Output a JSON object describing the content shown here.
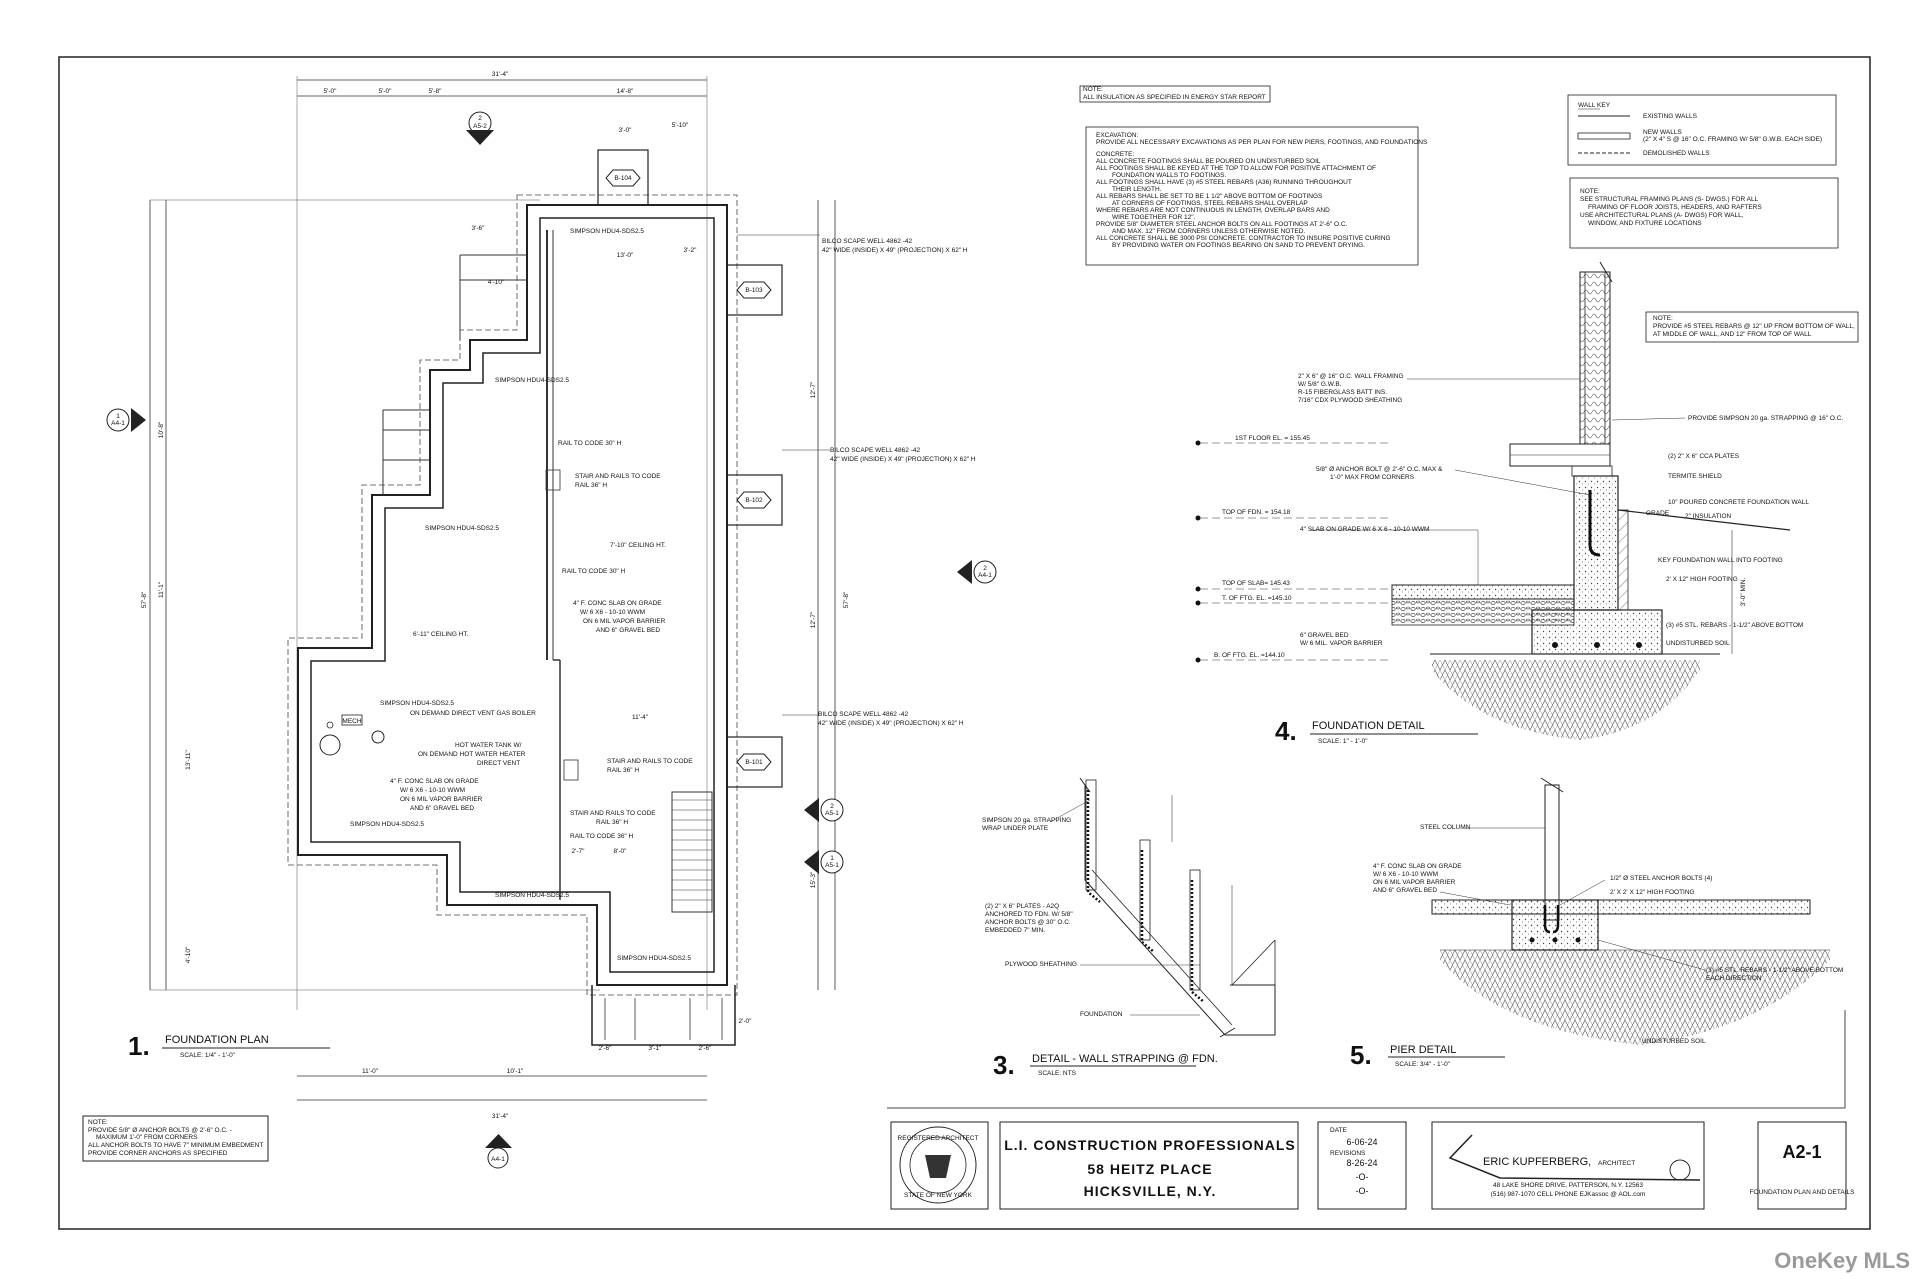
{
  "plan": {
    "overall_dim_top": "31'-4\"",
    "overall_dim_bottom": "31'-4\"",
    "top_dims": [
      "5'-0\"",
      "5'-0\"",
      "5'-8\"",
      "14'-8\""
    ],
    "dim_3_0": "3'-0\"",
    "dim_5_10": "5'-10\"",
    "dim_13_0": "13'-0\"",
    "dim_3_2": "3'-2\"",
    "dim_3_6": "3'-6\"",
    "dim_4_10": "4'-10\"",
    "dim_11_4": "11'-4\"",
    "dim_8_0": "8'-0\"",
    "dim_2_0": "2'-0\"",
    "dim_2_7": "2'-7\"",
    "bottom_dims": [
      "11'-0\"",
      "10'-1\"",
      "2'-6\"",
      "3'-1\"",
      "2'-6\""
    ],
    "left_dims": [
      "10'-8\"",
      "11'-1\"",
      "13'-11\"",
      "4'-10\""
    ],
    "left_overall": "57'-8\"",
    "right_overall": "57'-8\"",
    "right_dims": [
      "12'-7\"",
      "12'-7\"",
      "15'-3\""
    ],
    "bilco_1": "BILCO SCAPE WELL 4862 -42\n42\" WIDE (INSIDE) X 49\" (PROJECTION) X 62\" H",
    "bilco_2": "BILCO SCAPE WELL 4862 -42\n42\" WIDE (INSIDE) X 49\" (PROJECTION) X 62\" H",
    "bilco_3": "BILCO SCAPE WELL 4862 -42\n42\" WIDE (INSIDE) X 49\" (PROJECTION) X 62\" H",
    "well_tags": [
      "B-104",
      "B-103",
      "B-102",
      "B-101"
    ],
    "simpson_labels": [
      "SIMPSON HDU4-SDS2.5",
      "SIMPSON HDU4-SDS2.5",
      "SIMPSON HDU4-SDS2.5",
      "SIMPSON HDU4-SDS2.5",
      "SIMPSON HDU4-SDS2.5",
      "SIMPSON HDU4-SDS2.5",
      "SIMPSON HDU4-SDS2.5"
    ],
    "rail_1": "RAIL TO CODE 30\" H",
    "stair_1": "STAIR AND RAILS TO CODE\nRAIL 36\" H",
    "ceiling_1": "7'-10\" CEILING HT.",
    "rail_2": "RAIL TO CODE 30\" H",
    "slab_1": "4\" F. CONC SLAB ON GRADE\nW/ 6 X6 - 10-10 WWM\nON 6 MIL VAPOR BARRIER\nAND 6\" GRAVEL BED",
    "ceiling_2": "6'-11\" CEILING HT.",
    "boiler": "ON DEMAND DIRECT VENT GAS BOILER",
    "mech": "MECH",
    "hot_water": "HOT WATER TANK W/\nON DEMAND HOT WATER HEATER\nDIRECT VENT",
    "slab_2": "4\" F. CONC SLAB ON GRADE\nW/ 6 X6 - 10-10 WWM\nON 6 MIL VAPOR BARRIER\nAND 6\" GRAVEL BED",
    "stair_2": "STAIR AND RAILS TO CODE\nRAIL 36\" H",
    "stair_3": "STAIR AND RAILS TO CODE\nRAIL 36\" H",
    "rail_3": "RAIL TO CODE 36\" H",
    "section_tags": [
      "2\nA5-2",
      "1\nA4-1",
      "2\nA4-1",
      "2\nA5-1",
      "1\nA5-1",
      "A4-1"
    ],
    "title_num": "1.",
    "title": "FOUNDATION PLAN",
    "scale": "SCALE:  1/4\" - 1'-0\"",
    "note_head": "NOTE:",
    "note": "PROVIDE 5/8\" Ø ANCHOR BOLTS @ 2'-6\" O.C. -\n   MAXIMUM 1'-0\" FROM CORNERS\nALL ANCHOR BOLTS TO HAVE 7\" MINIMUM EMBEDMENT\nPROVIDE CORNER ANCHORS AS SPECIFIED"
  },
  "notes": {
    "energy_head": "NOTE:",
    "energy": "ALL INSULATION AS SPECIFIED IN ENERGY STAR REPORT",
    "excavation_head": "EXCAVATION:",
    "excavation": "PROVIDE ALL NECESSARY EXCAVATIONS AS PER PLAN FOR NEW PIERS, FOOTINGS, AND FOUNDATIONS",
    "concrete_head": "CONCRETE:",
    "concrete": "ALL CONCRETE FOOTINGS SHALL BE POURED ON UNDISTURBED SOIL\nALL FOOTINGS SHALL BE KEYED AT THE TOP TO ALLOW FOR POSITIVE ATTACHMENT OF\n    FOUNDATION WALLS TO FOOTINGS.\nALL FOOTINGS SHALL HAVE (3) #5 STEEL REBARS (A36) RUNNING THROUGHOUT\n    THEIR LENGTH.\nALL REBARS SHALL BE SET TO BE 1 1/2\" ABOVE BOTTOM OF FOOTINGS\n    AT CORNERS OF FOOTINGS, STEEL REBARS SHALL OVERLAP\nWHERE REBARS ARE NOT CONTINUOUS IN LENGTH, OVERLAP BARS AND\n    WIRE TOGETHER FOR 12\".\nPROVIDE 5/8\" DIAMETER STEEL ANCHOR BOLTS ON ALL FOOTINGS AT 2'-6\" O.C.\n    AND MAX. 12\" FROM CORNERS UNLESS OTHERWISE NOTED.\nALL CONCRETE SHALL BE 3000 PSI CONCRETE. CONTRACTOR TO INSURE POSITIVE CURING\n    BY PROVIDING WATER ON FOOTINGS BEARING ON SAND TO PREVENT DRYING.",
    "wall_key_title": "WALL KEY",
    "wall_key_existing": "EXISTING WALLS",
    "wall_key_new": "NEW WALLS\n(2\" X 4\" S @ 16\" O.C. FRAMING W/ 5/8\" G.W.B. EACH SIDE)",
    "wall_key_demo": "DEMOLISHED WALLS",
    "struct_head": "NOTE:",
    "struct": "SEE STRUCTURAL FRAMING PLANS (S-   DWGS.) FOR ALL\n   FRAMING OF FLOOR JOISTS, HEADERS, AND RAFTERS\nUSE ARCHITECTURAL PLANS (A-   DWGS) FOR WALL,\n   WINDOW, AND FIXTURE LOCATIONS"
  },
  "detail4": {
    "note_head": "NOTE:",
    "note": "PROVIDE #5 STEEL REBARS @ 12\" UP FROM BOTTOM OF WALL,\nAT MIDDLE OF WALL, AND 12\" FROM TOP OF WALL",
    "framing": "2\" X 6\" @ 16\" O.C. WALL FRAMING\nW/ 5/8\" G.W.B.\nR-15 FIBERGLASS BATT INS.\n7/16\" CDX PLYWOOD SHEATHING",
    "strapping": "PROVIDE SIMPSON 20 ga. STRAPPING @ 16\" O.C.",
    "floor_el": "1ST FLOOR EL. = 155.45",
    "anchor": "5/8\" Ø ANCHOR BOLT @ 2'-6\" O.C. MAX &\n1'-0\" MAX FROM CORNERS",
    "plates": "(2) 2\" X 6\" CCA PLATES",
    "termite": "TERMITE SHIELD",
    "wall": "10\" POURED CONCRETE FOUNDATION WALL",
    "grade": "GRADE",
    "insulation": "2\" INSULATION",
    "top_fdn": "TOP OF FDN. = 154.18",
    "slab": "4\" SLAB ON GRADE W/ 6 X 6 - 10-10 WWM",
    "key": "KEY FOUNDATION WALL INTO FOOTING",
    "footing": "2' X 12\" HIGH FOOTING",
    "top_slab": "TOP OF SLAB= 145.43",
    "t_ftg": "T. OF FTG. EL. =145.10",
    "rebars": "(3) #5 STL. REBARS - 1-1/2\" ABOVE BOTTOM",
    "gravel": "6\" GRAVEL BED\nW/ 6 MIL. VAPOR BARRIER",
    "undisturbed": "UNDISTURBED SOIL",
    "b_ftg": "B. OF FTG. EL. =144.10",
    "min": "3'-0\" MIN.",
    "title_num": "4.",
    "title": "FOUNDATION DETAIL",
    "scale": "SCALE:  1\" - 1'-0\""
  },
  "detail3": {
    "strap": "SIMPSON 20 ga. STRAPPING\nWRAP UNDER PLATE",
    "plates": "(2) 2\" X 6\" PLATES - A2Q\nANCHORED TO FDN. W/ 5/8\"\nANCHOR BOLTS @ 30\" O.C.\nEMBEDDED 7\" MIN.",
    "sheathing": "PLYWOOD SHEATHING",
    "foundation": "FOUNDATION",
    "title_num": "3.",
    "title": "DETAIL - WALL STRAPPING @ FDN.",
    "scale": "SCALE:  NTS"
  },
  "detail5": {
    "column": "STEEL COLUMN",
    "slab": "4\" F. CONC SLAB ON GRADE\nW/ 6 X6 - 10-10 WWM\nON 6 MIL VAPOR BARRIER\nAND 6\" GRAVEL BED",
    "anchor": "1/2\" Ø STEEL ANCHOR BOLTS (4)",
    "footing": "2' X 2' X 12\" HIGH FOOTING",
    "rebars": "(3) #5 STL. REBARS - 1-1/2\" ABOVE BOTTOM\nEACH DIRECTION",
    "undisturbed": "UNDISTURBED SOIL",
    "title_num": "5.",
    "title": "PIER DETAIL",
    "scale": "SCALE:  3/4\" - 1'-0\""
  },
  "title_block": {
    "seal_top": "REGISTERED ARCHITECT",
    "seal_bottom": "STATE OF NEW YORK",
    "company": "L.I. CONSTRUCTION PROFESSIONALS",
    "address": "58 HEITZ PLACE",
    "town": "HICKSVILLE, N.Y.",
    "date_label": "DATE",
    "date": "6-06-24",
    "revisions_label": "REVISIONS",
    "rev1": "8-26-24",
    "rev2": "-O-",
    "rev3": "-O-",
    "architect": "ERIC KUPFERBERG,",
    "architect_title": "ARCHITECT",
    "arch_address": "48 LAKE SHORE DRIVE, PATTERSON, N.Y. 12563",
    "arch_phone": "(516) 987-1070 CELL PHONE  EJKassoc @ AOL.com",
    "sheet_no": "A2-1",
    "sheet_title": "FOUNDATION PLAN AND DETAILS"
  },
  "watermark": "OneKey MLS"
}
